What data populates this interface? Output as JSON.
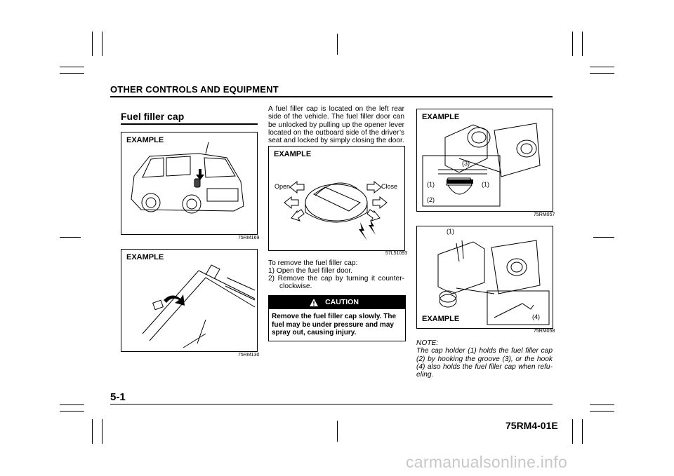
{
  "header": {
    "title": "OTHER CONTROLS AND EQUIPMENT"
  },
  "section": {
    "title": "Fuel filler cap"
  },
  "figures": {
    "car": {
      "tag": "EXAMPLE",
      "code": "75RM169"
    },
    "lever": {
      "tag": "EXAMPLE",
      "code": "75RM130"
    },
    "cap": {
      "tag": "EXAMPLE",
      "code": "57L51093",
      "open_label": "Open",
      "close_label": "Close"
    },
    "holder1": {
      "tag": "EXAMPLE",
      "code": "75RM057",
      "callouts": [
        "(3)",
        "(1)",
        "(1)",
        "(2)"
      ]
    },
    "holder2": {
      "tag": "EXAMPLE",
      "code": "75RM058",
      "callouts": [
        "(1)",
        "(4)"
      ]
    }
  },
  "body": {
    "intro": "A fuel filler cap is located on the left rear side of the vehicle. The fuel filler door can be unlocked by pulling up the opener lever located on the outboard side of the driver’s seat and locked by simply closing the door.",
    "remove_heading": "To remove the fuel filler cap:",
    "steps": [
      "1) Open the fuel filler door.",
      "2) Remove the cap by turning it counter-",
      "clockwise."
    ]
  },
  "caution": {
    "title": "CAUTION",
    "text": "Remove the fuel filler cap slowly. The fuel may be under pressure and may spray out, causing injury."
  },
  "note": {
    "text": "NOTE:\nThe cap holder (1) holds the fuel filler cap (2) by hooking the groove (3), or the hook (4) also holds the fuel filler cap when refu-eling."
  },
  "footer": {
    "page": "5-1",
    "code": "75RM4-01E",
    "watermark": "carmanualsonline.info"
  }
}
